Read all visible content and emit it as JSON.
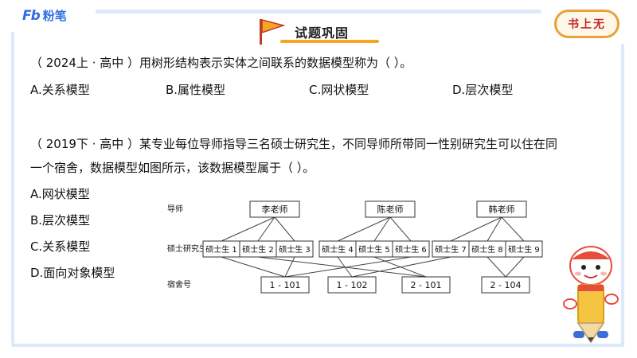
{
  "brand": {
    "name": "粉笔",
    "mark": "Fb"
  },
  "header": {
    "title": "试题巩固",
    "stamp": "书上无"
  },
  "q1": {
    "stem": "（ 2024上 · 高中 ）用树形结构表示实体之间联系的数据模型称为（      ）。",
    "options": [
      "A.关系模型",
      "B.属性模型",
      "C.网状模型",
      "D.层次模型"
    ]
  },
  "q2": {
    "stem_line1": "（ 2019下 · 高中 ）某专业每位导师指导三名硕士研究生，不同导师所带同一性别研究生可以住在同",
    "stem_line2": "一个宿舍，数据模型如图所示，该数据模型属于（    ）。",
    "options": [
      "A.网状模型",
      "B.层次模型",
      "C.关系模型",
      "D.面向对象模型"
    ]
  },
  "diagram": {
    "row_labels": [
      "导师",
      "硕士研究生",
      "宿舍号"
    ],
    "teachers": [
      "李老师",
      "陈老师",
      "韩老师"
    ],
    "students": [
      "硕士生 1",
      "硕士生 2",
      "硕士生 3",
      "硕士生 4",
      "硕士生 5",
      "硕士生 6",
      "硕士生 7",
      "硕士生 8",
      "硕士生 9"
    ],
    "dorms": [
      "1 - 101",
      "1 - 102",
      "2 - 101",
      "2 - 104"
    ],
    "edge_color": "#444444"
  },
  "colors": {
    "accent": "#2f6fe4",
    "rail": "#dbe9fb",
    "flag": "#f5a623",
    "stamp": "#c2272d"
  }
}
